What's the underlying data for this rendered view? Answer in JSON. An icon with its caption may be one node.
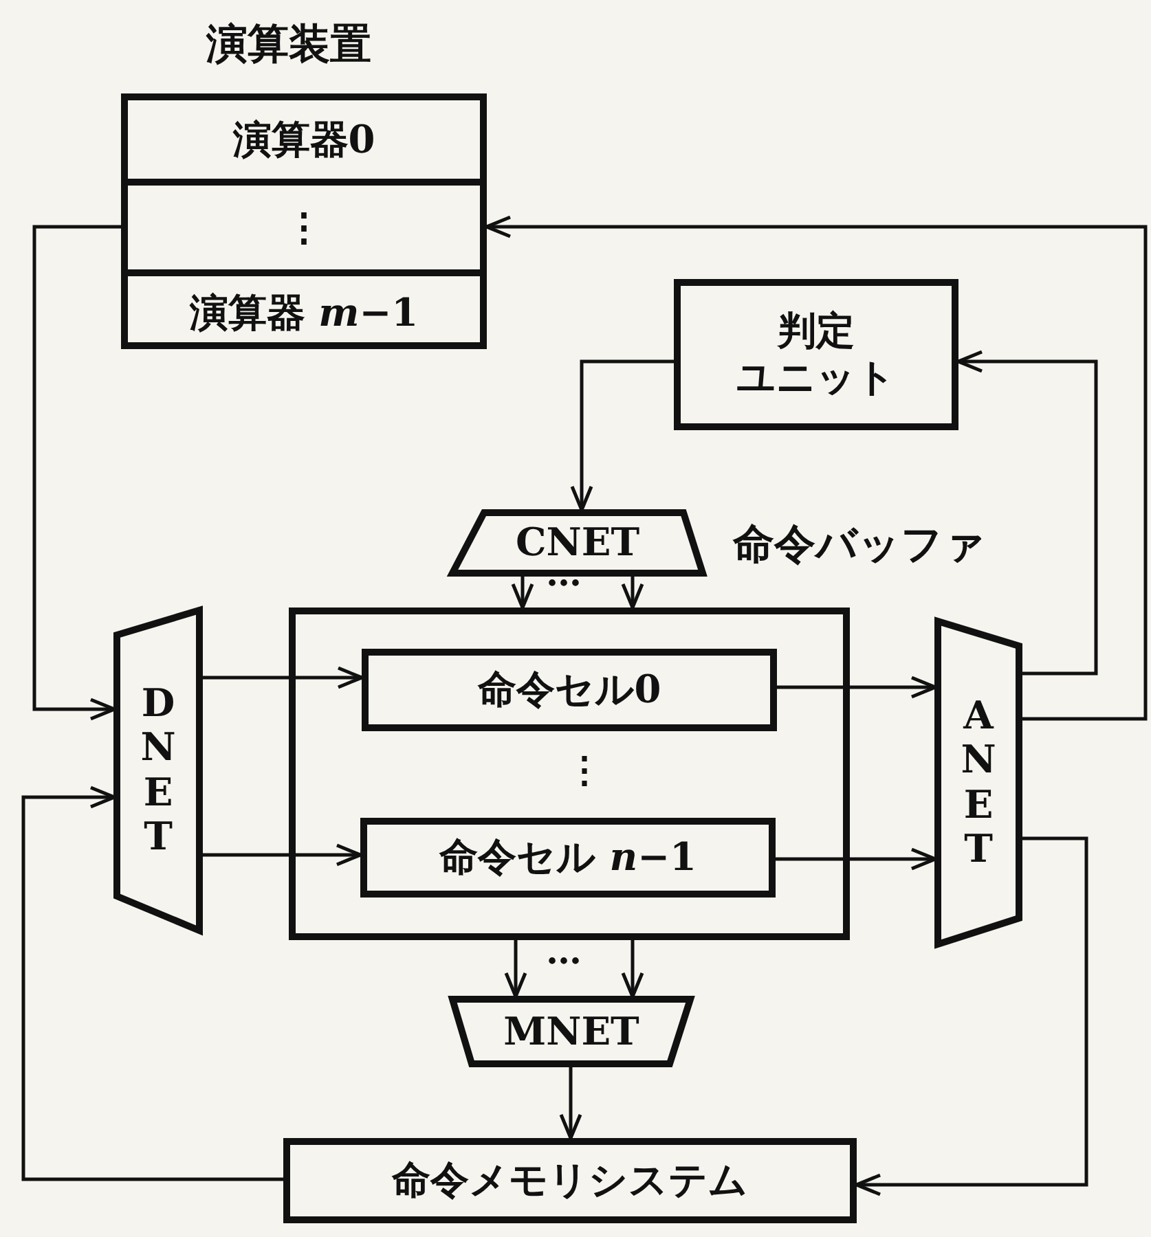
{
  "diagram": {
    "nodes": [
      {
        "text": [],
        "beside": [
          "演算装置"
        ],
        "shape": "box"
      },
      {
        "text": [
          "演算器0"
        ],
        "in": 0
      },
      {
        "text": [
          "⋮"
        ],
        "in": 0
      },
      {
        "text": [
          "演算器 *m*−1"
        ],
        "in": 0
      },
      {
        "text": [
          "判定",
          "ユニット"
        ]
      },
      {
        "text": [
          "CNET"
        ]
      },
      {
        "text": [],
        "beside": [
          "命令バッファ"
        ],
        "shape": "box"
      },
      {
        "text": [
          "命令セル0"
        ],
        "in": 6
      },
      {
        "text": [
          "命令セル *n*−1"
        ],
        "in": 6
      },
      {
        "text": [
          "DNET"
        ]
      },
      {
        "text": [
          "ANET"
        ]
      },
      {
        "text": [
          "MNET"
        ]
      },
      {
        "text": [
          "命令メモリシステム"
        ]
      }
    ],
    "edges": [
      {
        "from": 0,
        "to": 9,
        "arrow": "to"
      },
      {
        "from": 10,
        "to": 0,
        "arrow": "to"
      },
      {
        "from": 10,
        "to": 4,
        "arrow": "to"
      },
      {
        "from": 4,
        "to": 5,
        "arrow": "to"
      },
      {
        "from": 5,
        "to": 6,
        "arrow": "to"
      },
      {
        "from": 5,
        "to": 6,
        "arrow": "to"
      },
      {
        "from": 9,
        "to": 7,
        "arrow": "to"
      },
      {
        "from": 9,
        "to": 8,
        "arrow": "to"
      },
      {
        "from": 7,
        "to": 10,
        "arrow": "to"
      },
      {
        "from": 8,
        "to": 10,
        "arrow": "to"
      },
      {
        "from": 6,
        "to": 11,
        "arrow": "to"
      },
      {
        "from": 6,
        "to": 11,
        "arrow": "to"
      },
      {
        "from": 11,
        "to": 12,
        "arrow": "to"
      },
      {
        "from": 12,
        "to": 9,
        "arrow": "to"
      },
      {
        "from": 10,
        "to": 12,
        "arrow": "to"
      }
    ],
    "labels": [
      "…",
      "⋮",
      "…"
    ]
  }
}
